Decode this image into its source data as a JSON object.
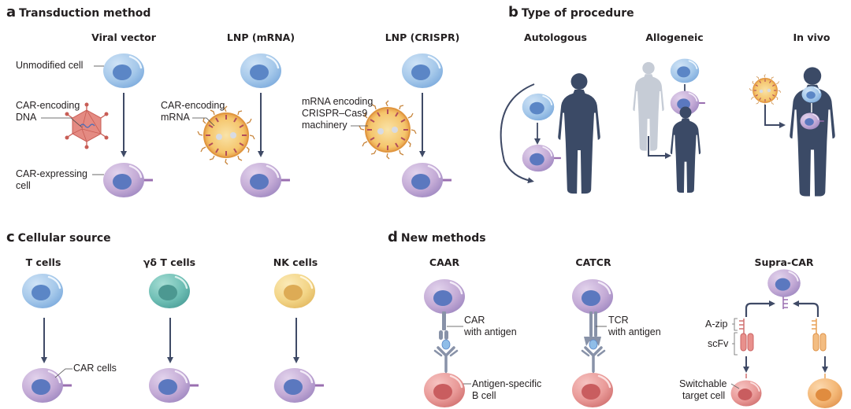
{
  "panels": {
    "a": {
      "letter": "a",
      "title": "Transduction method",
      "columns": [
        {
          "title": "Viral vector"
        },
        {
          "title": "LNP (mRNA)"
        },
        {
          "title": "LNP (CRISPR)"
        }
      ],
      "labels": {
        "unmodified_cell": "Unmodified cell",
        "car_dna_1": "CAR-encoding",
        "car_dna_2": "DNA",
        "car_mrna_1": "CAR-encoding",
        "car_mrna_2": "mRNA",
        "crispr_1": "mRNA encoding",
        "crispr_2": "CRISPR–Cas9",
        "crispr_3": "machinery",
        "car_expr_1": "CAR-expressing",
        "car_expr_2": "cell"
      }
    },
    "b": {
      "letter": "b",
      "title": "Type of procedure",
      "columns": [
        {
          "title": "Autologous"
        },
        {
          "title": "Allogeneic"
        },
        {
          "title": "In vivo"
        }
      ]
    },
    "c": {
      "letter": "c",
      "title": "Cellular source",
      "columns": [
        {
          "title": "T cells"
        },
        {
          "title": "γδ T cells"
        },
        {
          "title": "NK cells"
        }
      ],
      "labels": {
        "car_cells": "CAR cells"
      }
    },
    "d": {
      "letter": "d",
      "title": "New methods",
      "columns": [
        {
          "title": "CAAR"
        },
        {
          "title": "CATCR"
        },
        {
          "title": "Supra-CAR"
        }
      ],
      "labels": {
        "car_antigen_1": "CAR",
        "car_antigen_2": "with antigen",
        "tcr_antigen_1": "TCR",
        "tcr_antigen_2": "with antigen",
        "bcell_1": "Antigen-specific",
        "bcell_2": "B cell",
        "azip": "A-zip",
        "scfv": "scFv",
        "switch_1": "Switchable",
        "switch_2": "target cell"
      }
    }
  },
  "colors": {
    "unmodified_cell": "#a9ccec",
    "car_cell": "#c5afd6",
    "nucleus": "#5b86c6",
    "gd_cell": "#6fc1b7",
    "nk_cell": "#f3d587",
    "b_cell": "#e99a98",
    "orange_cell": "#f4b877",
    "silhouette": "#3b4a66",
    "donor_silhouette": "#c6ccd6",
    "arrow": "#3f4a66",
    "virus": "#d9706a",
    "lnp": "#f5c56b"
  }
}
